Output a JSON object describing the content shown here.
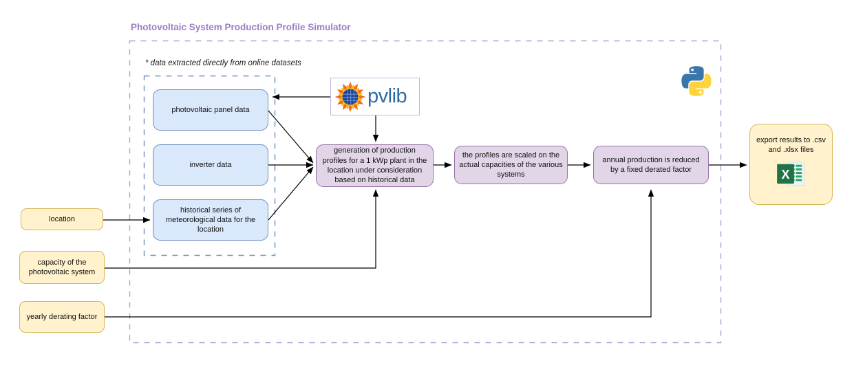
{
  "title": "Photovoltaic System Production Profile Simulator",
  "note": "* data extracted directly from online datasets",
  "dataset_boxes": [
    {
      "label": "photovoltaic panel data"
    },
    {
      "label": "inverter data"
    },
    {
      "label": "historical series of meteorological data for the location"
    }
  ],
  "process_boxes": [
    {
      "label": "generation of production profiles for a 1 kWp plant in the location under consideration based on historical data"
    },
    {
      "label": "the profiles are scaled on the actual capacities of the various systems"
    },
    {
      "label": "annual production is reduced by a fixed derated factor"
    }
  ],
  "input_boxes": [
    {
      "label": "location"
    },
    {
      "label": "capacity of the photovoltaic system"
    },
    {
      "label": "yearly derating factor"
    }
  ],
  "export_box": {
    "label": "export results to .csv and .xlsx files"
  },
  "logos": {
    "pvlib_text": "pvlib"
  },
  "icons": {
    "pvlib_sun": "pvlib-sun-icon",
    "python": "python-icon",
    "excel": "excel-icon"
  },
  "colors": {
    "title_text": "#a07cc5",
    "outer_boundary": "#b59cd9",
    "dataset_fill": "#dae8fc",
    "dataset_stroke": "#6c8ebf",
    "process_fill": "#e1d5e7",
    "process_stroke": "#9673a6",
    "input_fill": "#fff2cc",
    "input_stroke": "#d6b656",
    "arrow": "#000000",
    "pvlib_blue": "#2d6da3",
    "excel_green": "#217346"
  }
}
